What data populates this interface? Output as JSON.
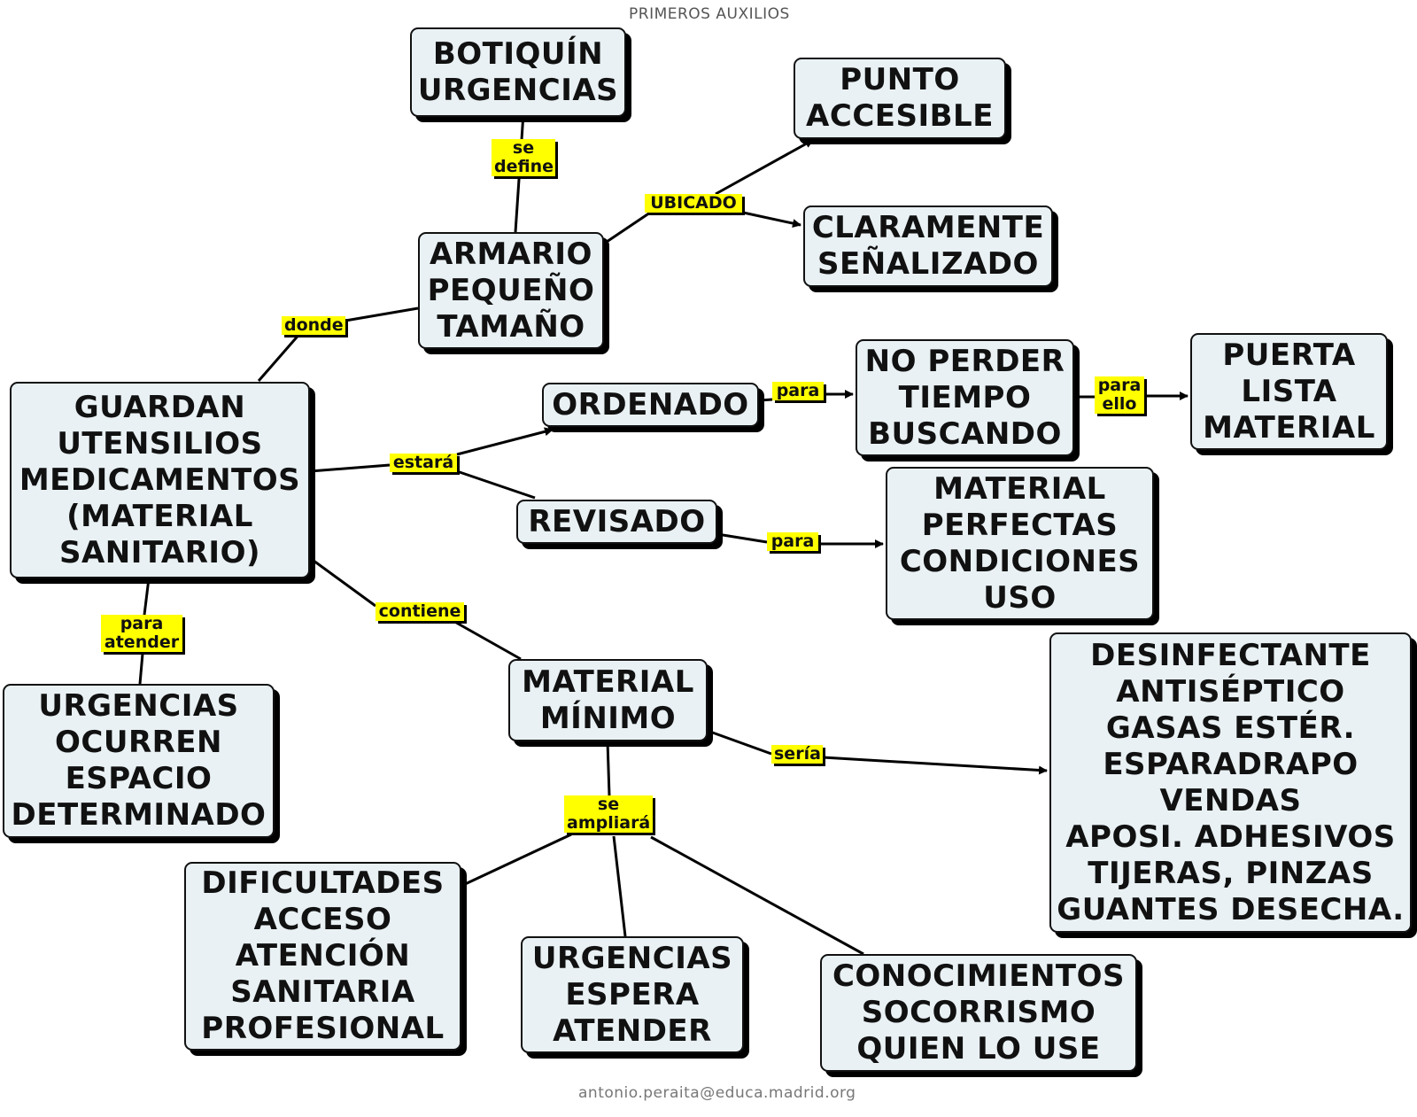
{
  "title": "PRIMEROS AUXILIOS",
  "footer": "antonio.peraita@educa.madrid.org",
  "colors": {
    "node_fill": "#e9f1f4",
    "label_fill": "#ffff00",
    "line": "#000000"
  },
  "nodes": {
    "botiquin": "BOTIQUÍN\nURGENCIAS",
    "punto": "PUNTO\nACCESIBLE",
    "claramente": "CLARAMENTE\nSEÑALIZADO",
    "armario": "ARMARIO\nPEQUEÑO\nTAMAÑO",
    "ordenado": "ORDENADO",
    "noperder": "NO PERDER\nTIEMPO\nBUSCANDO",
    "puerta": "PUERTA\nLISTA\nMATERIAL",
    "guardan": "GUARDAN\nUTENSILIOS\nMEDICAMENTOS\n(MATERIAL\nSANITARIO)",
    "revisado": "REVISADO",
    "perfectas": "MATERIAL\nPERFECTAS\nCONDICIONES\nUSO",
    "urgencias_ocurren": "URGENCIAS\nOCURREN\nESPACIO\nDETERMINADO",
    "material_minimo": "MATERIAL\nMÍNIMO",
    "lista": "DESINFECTANTE\nANTISÉPTICO\nGASAS ESTÉR.\nESPARADRAPO\nVENDAS\nAPOSI. ADHESIVOS\nTIJERAS, PINZAS\nGUANTES DESECHA.",
    "dificultades": "DIFICULTADES\nACCESO\nATENCIÓN\nSANITARIA\nPROFESIONAL",
    "urgencias_espera": "URGENCIAS\nESPERA\nATENDER",
    "conocimientos": "CONOCIMIENTOS\nSOCORRISMO\nQUIEN LO USE"
  },
  "links": {
    "se_define": "se\ndefine",
    "ubicado": "UBICADO",
    "donde": "donde",
    "para1": "para",
    "para_ello": "para\nello",
    "estara": "estará",
    "para2": "para",
    "para_atender": "para\natender",
    "contiene": "contiene",
    "seria": "sería",
    "se_ampliara": "se\nampliará"
  }
}
